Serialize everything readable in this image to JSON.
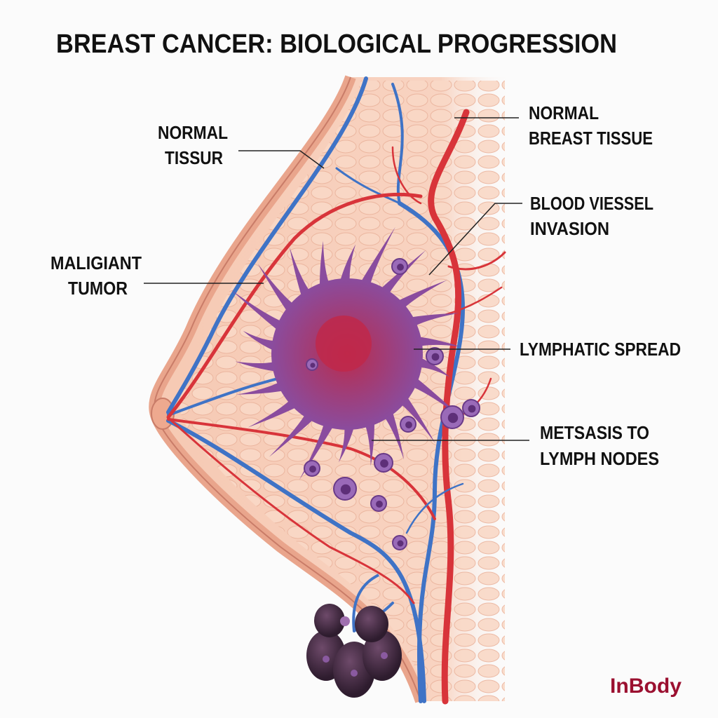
{
  "title": "BREAST CANCER: BIOLOGICAL PROGRESSION",
  "labels": {
    "normal_tissur": [
      "NORMAL",
      "TISSUR"
    ],
    "normal_breast_tissue": [
      "NORMAL",
      "BREAST TISSUE"
    ],
    "blood_vessel_invasion": [
      "BLOOD VIESSEL",
      "INVASION"
    ],
    "malignant_tumor": [
      "MALIGIANT",
      "TUMOR"
    ],
    "lymphatic_spread": [
      "LYMPHATIC SPREAD"
    ],
    "metastasis": [
      "METSASIS TO",
      "LYMPH NODES"
    ]
  },
  "logo": "InBody",
  "colors": {
    "tissue": "#f6c9b3",
    "skin": "#e9a58c",
    "artery": "#d8343a",
    "vein": "#3f73c6",
    "tumor": "#8a4c9e",
    "tumor_core": "#c0284a",
    "node": "#4a2e48",
    "brand": "#9b1030"
  }
}
